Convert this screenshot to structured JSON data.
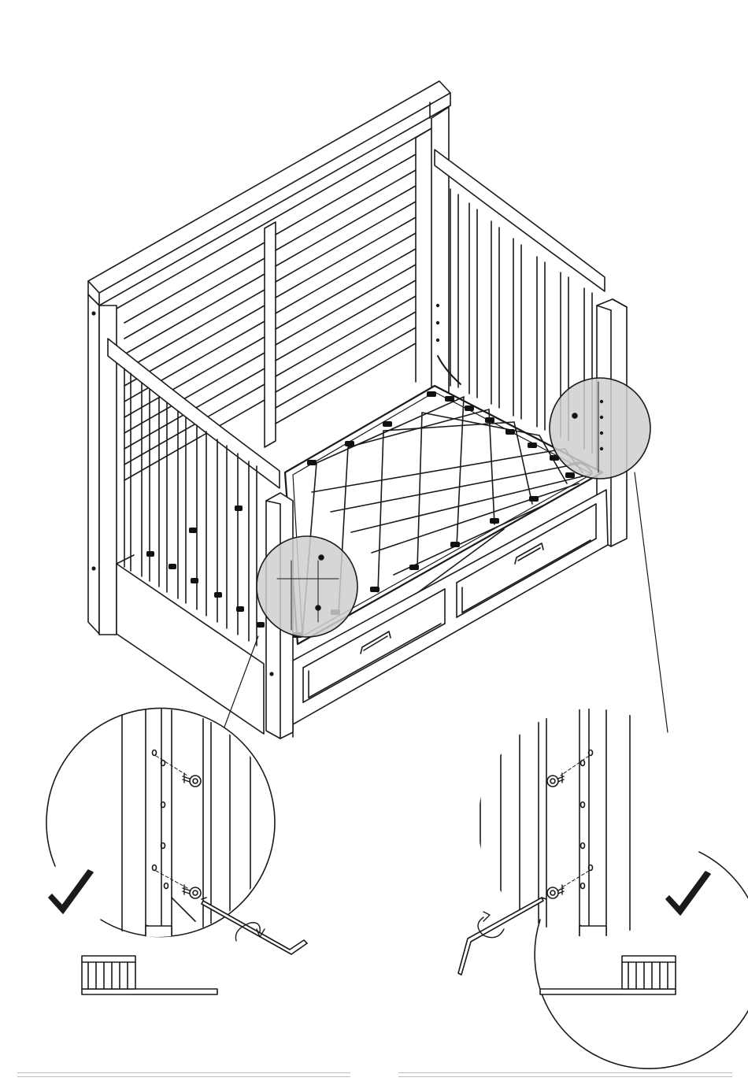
{
  "colors": {
    "line": "#1a1a1a",
    "zoom_fill": "#cfcfcf",
    "hardware": "#111111",
    "footer_rule": "#bdbdbd",
    "background": "#ffffff"
  },
  "icons": {
    "check_mark_left": "check-mark-icon",
    "check_mark_right": "check-mark-icon",
    "rotation_arrow": "rotate-clockwise-icon",
    "allen_key": "allen-key-icon",
    "bolt": "bolt-icon"
  },
  "content": {
    "steps_shown": 2,
    "detail_views": 2,
    "bolts_per_side": 2
  }
}
